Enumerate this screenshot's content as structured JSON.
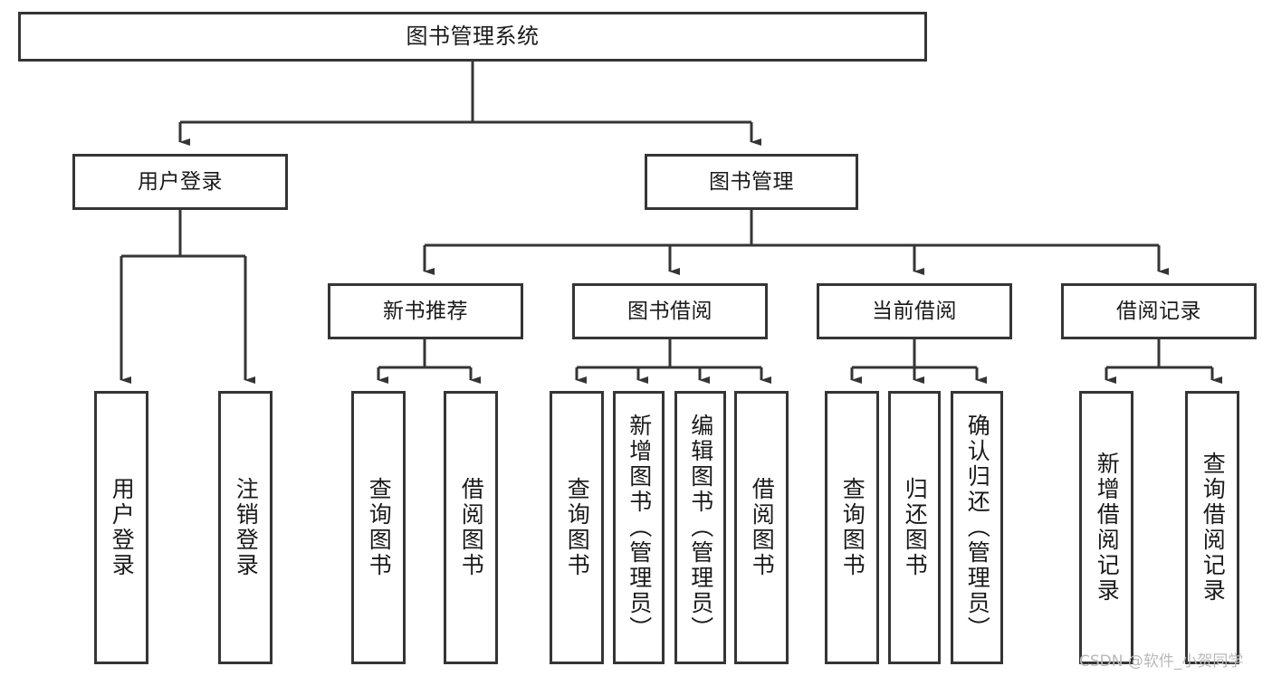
{
  "diagram": {
    "title": "图书管理系统",
    "type": "tree-hierarchy-chart",
    "watermark": "CSDN @软件_小贺同学",
    "line_color": "#353535",
    "box_fill": "#ffffff",
    "text_color": "#1a1a1a"
  },
  "nodes": {
    "root": {
      "label": "图书管理系统"
    },
    "level2": [
      {
        "id": "user-login",
        "label": "用户登录"
      },
      {
        "id": "book-management",
        "label": "图书管理"
      }
    ],
    "level3": [
      {
        "id": "new-book-recommend",
        "label": "新书推荐"
      },
      {
        "id": "book-borrow",
        "label": "图书借阅"
      },
      {
        "id": "current-borrow",
        "label": "当前借阅"
      },
      {
        "id": "borrow-record",
        "label": "借阅记录"
      }
    ],
    "leaves": {
      "user_login": [
        {
          "id": "leaf-user-login",
          "label": "用户登录"
        },
        {
          "id": "leaf-logout-login",
          "label": "注销登录"
        }
      ],
      "new_book_recommend": [
        {
          "id": "leaf-query-book-1",
          "label": "查询图书"
        },
        {
          "id": "leaf-borrow-book-1",
          "label": "借阅图书"
        }
      ],
      "book_borrow": [
        {
          "id": "leaf-query-book-2",
          "label": "查询图书"
        },
        {
          "id": "leaf-add-book",
          "label": "新增图书（管理员）"
        },
        {
          "id": "leaf-edit-book",
          "label": "编辑图书（管理员）"
        },
        {
          "id": "leaf-borrow-book-2",
          "label": "借阅图书"
        }
      ],
      "current_borrow": [
        {
          "id": "leaf-query-book-3",
          "label": "查询图书"
        },
        {
          "id": "leaf-return-book",
          "label": "归还图书"
        },
        {
          "id": "leaf-confirm-return",
          "label": "确认归还（管理员）"
        }
      ],
      "borrow_record": [
        {
          "id": "leaf-add-record",
          "label": "新增借阅记录"
        },
        {
          "id": "leaf-query-record",
          "label": "查询借阅记录"
        }
      ]
    }
  },
  "chart_data": {
    "type": "table",
    "title": "图书管理系统",
    "levels": [
      {
        "level": 1,
        "labels": [
          "图书管理系统"
        ]
      },
      {
        "level": 2,
        "labels": [
          "用户登录",
          "图书管理"
        ]
      },
      {
        "level": 3,
        "labels": [
          "新书推荐",
          "图书借阅",
          "当前借阅",
          "借阅记录"
        ]
      },
      {
        "level": 4,
        "labels": [
          "用户登录",
          "注销登录",
          "查询图书",
          "借阅图书",
          "查询图书",
          "新增图书（管理员）",
          "编辑图书（管理员）",
          "借阅图书",
          "查询图书",
          "归还图书",
          "确认归还（管理员）",
          "新增借阅记录",
          "查询借阅记录"
        ]
      }
    ],
    "edges": [
      {
        "from": "图书管理系统",
        "to": "用户登录"
      },
      {
        "from": "图书管理系统",
        "to": "图书管理"
      },
      {
        "from": "用户登录",
        "to": "用户登录"
      },
      {
        "from": "用户登录",
        "to": "注销登录"
      },
      {
        "from": "图书管理",
        "to": "新书推荐"
      },
      {
        "from": "图书管理",
        "to": "图书借阅"
      },
      {
        "from": "图书管理",
        "to": "当前借阅"
      },
      {
        "from": "图书管理",
        "to": "借阅记录"
      },
      {
        "from": "新书推荐",
        "to": "查询图书"
      },
      {
        "from": "新书推荐",
        "to": "借阅图书"
      },
      {
        "from": "图书借阅",
        "to": "查询图书"
      },
      {
        "from": "图书借阅",
        "to": "新增图书（管理员）"
      },
      {
        "from": "图书借阅",
        "to": "编辑图书（管理员）"
      },
      {
        "from": "图书借阅",
        "to": "借阅图书"
      },
      {
        "from": "当前借阅",
        "to": "查询图书"
      },
      {
        "from": "当前借阅",
        "to": "归还图书"
      },
      {
        "from": "当前借阅",
        "to": "确认归还（管理员）"
      },
      {
        "from": "借阅记录",
        "to": "新增借阅记录"
      },
      {
        "from": "借阅记录",
        "to": "查询借阅记录"
      }
    ]
  }
}
